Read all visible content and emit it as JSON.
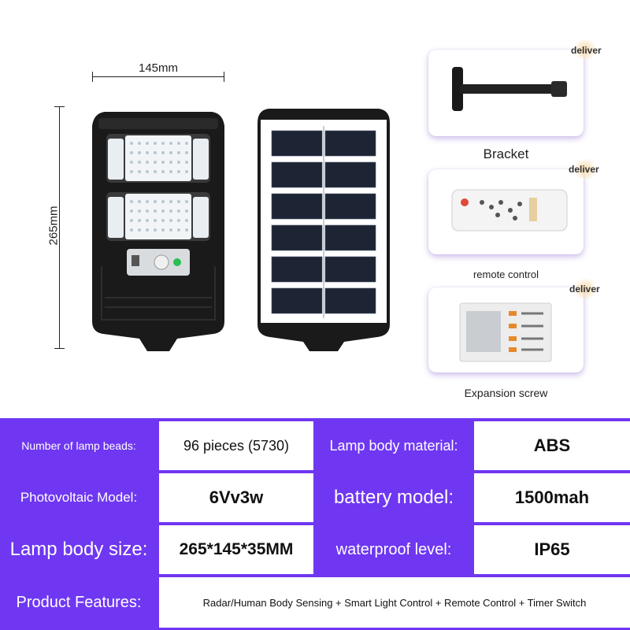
{
  "dimensions": {
    "width_label": "145mm",
    "height_label": "265mm"
  },
  "accessories": [
    {
      "badge": "deliver",
      "caption": "Bracket"
    },
    {
      "badge": "deliver",
      "caption": "remote control"
    },
    {
      "badge": "deliver",
      "caption": "Expansion screw"
    }
  ],
  "specs": {
    "lamp_beads_label": "Number of lamp beads:",
    "lamp_beads_value": "96 pieces (5730)",
    "body_material_label": "Lamp body material:",
    "body_material_value": "ABS",
    "pv_model_label": "Photovoltaic Model:",
    "pv_model_value": "6Vv3w",
    "battery_label": "battery model:",
    "battery_value": "1500mah",
    "body_size_label": "Lamp body size:",
    "body_size_value": "265*145*35MM",
    "waterproof_label": "waterproof level:",
    "waterproof_value": "IP65",
    "features_label": "Product Features:",
    "features_value": "Radar/Human Body Sensing + Smart Light Control + Remote Control + Timer Switch"
  },
  "colors": {
    "table_purple": "#6f37f2",
    "lamp_body": "#1a1a1a",
    "solar_cell": "#1d2433"
  }
}
